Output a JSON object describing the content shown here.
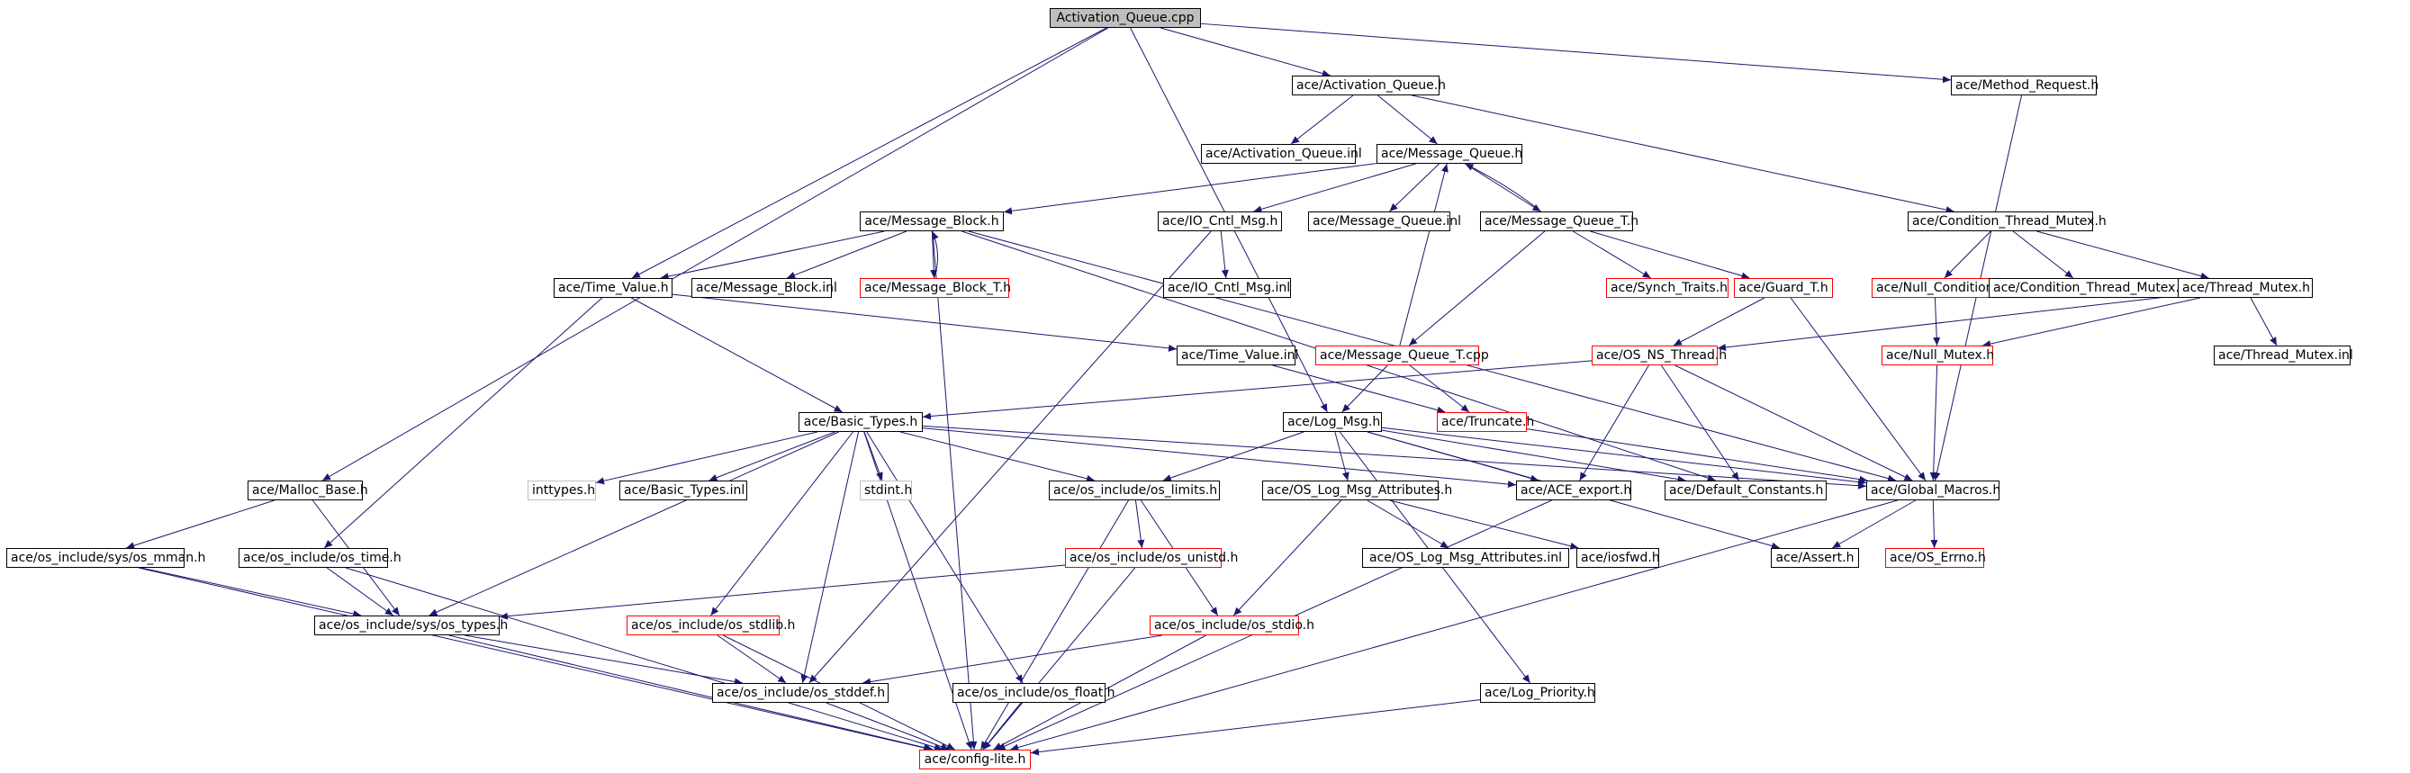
{
  "diagram": {
    "nodes": [
      {
        "id": "root",
        "label": "Activation_Queue.cpp",
        "style": "root"
      },
      {
        "id": "aq_h",
        "label": "ace/Activation_Queue.h",
        "style": "black"
      },
      {
        "id": "mr_h",
        "label": "ace/Method_Request.h",
        "style": "black"
      },
      {
        "id": "aq_inl",
        "label": "ace/Activation_Queue.inl",
        "style": "black"
      },
      {
        "id": "mq_h",
        "label": "ace/Message_Queue.h",
        "style": "black"
      },
      {
        "id": "mb_h",
        "label": "ace/Message_Block.h",
        "style": "black"
      },
      {
        "id": "ioc_h",
        "label": "ace/IO_Cntl_Msg.h",
        "style": "black"
      },
      {
        "id": "mq_inl",
        "label": "ace/Message_Queue.inl",
        "style": "black"
      },
      {
        "id": "mqt_h",
        "label": "ace/Message_Queue_T.h",
        "style": "black"
      },
      {
        "id": "ctm_h",
        "label": "ace/Condition_Thread_Mutex.h",
        "style": "black"
      },
      {
        "id": "tv_h",
        "label": "ace/Time_Value.h",
        "style": "black"
      },
      {
        "id": "mb_inl",
        "label": "ace/Message_Block.inl",
        "style": "black"
      },
      {
        "id": "mbt_h",
        "label": "ace/Message_Block_T.h",
        "style": "red"
      },
      {
        "id": "ioc_inl",
        "label": "ace/IO_Cntl_Msg.inl",
        "style": "black"
      },
      {
        "id": "st_h",
        "label": "ace/Synch_Traits.h",
        "style": "red"
      },
      {
        "id": "gt_h",
        "label": "ace/Guard_T.h",
        "style": "red"
      },
      {
        "id": "nc_h",
        "label": "ace/Null_Condition.h",
        "style": "red"
      },
      {
        "id": "ctm_inl",
        "label": "ace/Condition_Thread_Mutex.inl",
        "style": "black"
      },
      {
        "id": "tm_h",
        "label": "ace/Thread_Mutex.h",
        "style": "black"
      },
      {
        "id": "tv_inl",
        "label": "ace/Time_Value.inl",
        "style": "black"
      },
      {
        "id": "mqt_cpp",
        "label": "ace/Message_Queue_T.cpp",
        "style": "red"
      },
      {
        "id": "osns_h",
        "label": "ace/OS_NS_Thread.h",
        "style": "red"
      },
      {
        "id": "nm_h",
        "label": "ace/Null_Mutex.h",
        "style": "red"
      },
      {
        "id": "tm_inl",
        "label": "ace/Thread_Mutex.inl",
        "style": "black"
      },
      {
        "id": "bt_h",
        "label": "ace/Basic_Types.h",
        "style": "black"
      },
      {
        "id": "lm_h",
        "label": "ace/Log_Msg.h",
        "style": "black"
      },
      {
        "id": "tr_h",
        "label": "ace/Truncate.h",
        "style": "red"
      },
      {
        "id": "mb_base",
        "label": "ace/Malloc_Base.h",
        "style": "black"
      },
      {
        "id": "inttypes",
        "label": "inttypes.h",
        "style": "gray"
      },
      {
        "id": "bt_inl",
        "label": "ace/Basic_Types.inl",
        "style": "black"
      },
      {
        "id": "stdint",
        "label": "stdint.h",
        "style": "gray"
      },
      {
        "id": "oslim",
        "label": "ace/os_include/os_limits.h",
        "style": "black"
      },
      {
        "id": "oslma",
        "label": "ace/OS_Log_Msg_Attributes.h",
        "style": "black"
      },
      {
        "id": "aexp",
        "label": "ace/ACE_export.h",
        "style": "black"
      },
      {
        "id": "defc",
        "label": "ace/Default_Constants.h",
        "style": "black"
      },
      {
        "id": "gm_h",
        "label": "ace/Global_Macros.h",
        "style": "black"
      },
      {
        "id": "mman",
        "label": "ace/os_include/sys/os_mman.h",
        "style": "black"
      },
      {
        "id": "ostime",
        "label": "ace/os_include/os_time.h",
        "style": "black"
      },
      {
        "id": "osuni",
        "label": "ace/os_include/os_unistd.h",
        "style": "red"
      },
      {
        "id": "oslma_inl",
        "label": "ace/OS_Log_Msg_Attributes.inl",
        "style": "black"
      },
      {
        "id": "iosfwd",
        "label": "ace/iosfwd.h",
        "style": "black"
      },
      {
        "id": "assert",
        "label": "ace/Assert.h",
        "style": "black"
      },
      {
        "id": "oserrno",
        "label": "ace/OS_Errno.h",
        "style": "red"
      },
      {
        "id": "systypes",
        "label": "ace/os_include/sys/os_types.h",
        "style": "black"
      },
      {
        "id": "osstdlib",
        "label": "ace/os_include/os_stdlib.h",
        "style": "red"
      },
      {
        "id": "osstdio",
        "label": "ace/os_include/os_stdio.h",
        "style": "red"
      },
      {
        "id": "osstddef",
        "label": "ace/os_include/os_stddef.h",
        "style": "black"
      },
      {
        "id": "osfloat",
        "label": "ace/os_include/os_float.h",
        "style": "black"
      },
      {
        "id": "lp_h",
        "label": "ace/Log_Priority.h",
        "style": "black"
      },
      {
        "id": "cfg",
        "label": "ace/config-lite.h",
        "style": "red"
      }
    ],
    "edges": [
      [
        "root",
        "aq_h"
      ],
      [
        "root",
        "mr_h"
      ],
      [
        "root",
        "tv_h"
      ],
      [
        "root",
        "lm_h"
      ],
      [
        "root",
        "mb_base"
      ],
      [
        "aq_h",
        "aq_inl"
      ],
      [
        "aq_h",
        "mq_h"
      ],
      [
        "aq_h",
        "ctm_h"
      ],
      [
        "mr_h",
        "gm_h"
      ],
      [
        "mq_h",
        "mb_h"
      ],
      [
        "mq_h",
        "ioc_h"
      ],
      [
        "mq_h",
        "mq_inl"
      ],
      [
        "mq_h",
        "mqt_h"
      ],
      [
        "mb_h",
        "tv_h"
      ],
      [
        "mb_h",
        "mb_inl"
      ],
      [
        "mb_h",
        "mbt_h"
      ],
      [
        "mb_h",
        "gm_h"
      ],
      [
        "mb_h",
        "defc"
      ],
      [
        "mb_h",
        "cfg"
      ],
      [
        "mbt_h",
        "mb_h"
      ],
      [
        "ioc_h",
        "ioc_inl"
      ],
      [
        "ioc_h",
        "osstddef"
      ],
      [
        "mqt_h",
        "mq_h"
      ],
      [
        "mqt_h",
        "st_h"
      ],
      [
        "mqt_h",
        "gt_h"
      ],
      [
        "mqt_h",
        "mqt_cpp"
      ],
      [
        "mqt_cpp",
        "mq_h"
      ],
      [
        "mqt_cpp",
        "tr_h"
      ],
      [
        "mqt_cpp",
        "lm_h"
      ],
      [
        "ctm_h",
        "nc_h"
      ],
      [
        "ctm_h",
        "ctm_inl"
      ],
      [
        "ctm_h",
        "tm_h"
      ],
      [
        "nc_h",
        "nm_h"
      ],
      [
        "tm_h",
        "tm_inl"
      ],
      [
        "tm_h",
        "osns_h"
      ],
      [
        "tm_h",
        "nm_h"
      ],
      [
        "gt_h",
        "osns_h"
      ],
      [
        "gt_h",
        "gm_h"
      ],
      [
        "nm_h",
        "gm_h"
      ],
      [
        "tv_h",
        "tv_inl"
      ],
      [
        "tv_h",
        "bt_h"
      ],
      [
        "tv_h",
        "ostime"
      ],
      [
        "tv_inl",
        "tr_h"
      ],
      [
        "tr_h",
        "gm_h"
      ],
      [
        "osns_h",
        "bt_h"
      ],
      [
        "osns_h",
        "gm_h"
      ],
      [
        "osns_h",
        "defc"
      ],
      [
        "osns_h",
        "aexp"
      ],
      [
        "bt_h",
        "inttypes"
      ],
      [
        "bt_h",
        "bt_inl"
      ],
      [
        "bt_h",
        "stdint"
      ],
      [
        "bt_h",
        "oslim"
      ],
      [
        "bt_h",
        "systypes"
      ],
      [
        "bt_h",
        "osstdlib"
      ],
      [
        "bt_h",
        "osstddef"
      ],
      [
        "bt_h",
        "osfloat"
      ],
      [
        "bt_h",
        "cfg"
      ],
      [
        "bt_h",
        "aexp"
      ],
      [
        "bt_h",
        "gm_h"
      ],
      [
        "lm_h",
        "oslim"
      ],
      [
        "lm_h",
        "oslma"
      ],
      [
        "lm_h",
        "aexp"
      ],
      [
        "lm_h",
        "defc"
      ],
      [
        "lm_h",
        "gm_h"
      ],
      [
        "lm_h",
        "assert"
      ],
      [
        "lm_h",
        "lp_h"
      ],
      [
        "oslim",
        "osuni"
      ],
      [
        "oslim",
        "osstdio"
      ],
      [
        "oslim",
        "cfg"
      ],
      [
        "oslma",
        "oslma_inl"
      ],
      [
        "oslma",
        "iosfwd"
      ],
      [
        "oslma",
        "osstdio"
      ],
      [
        "gm_h",
        "assert"
      ],
      [
        "gm_h",
        "oserrno"
      ],
      [
        "gm_h",
        "cfg"
      ],
      [
        "aexp",
        "cfg"
      ],
      [
        "mb_base",
        "mman"
      ],
      [
        "mb_base",
        "systypes"
      ],
      [
        "mman",
        "systypes"
      ],
      [
        "mman",
        "cfg"
      ],
      [
        "ostime",
        "systypes"
      ],
      [
        "ostime",
        "cfg"
      ],
      [
        "osuni",
        "systypes"
      ],
      [
        "osuni",
        "cfg"
      ],
      [
        "systypes",
        "osstddef"
      ],
      [
        "systypes",
        "cfg"
      ],
      [
        "osstdlib",
        "osstddef"
      ],
      [
        "osstdlib",
        "cfg"
      ],
      [
        "osstdio",
        "osstddef"
      ],
      [
        "osstdio",
        "cfg"
      ],
      [
        "osstddef",
        "cfg"
      ],
      [
        "osfloat",
        "cfg"
      ],
      [
        "lp_h",
        "cfg"
      ]
    ]
  }
}
